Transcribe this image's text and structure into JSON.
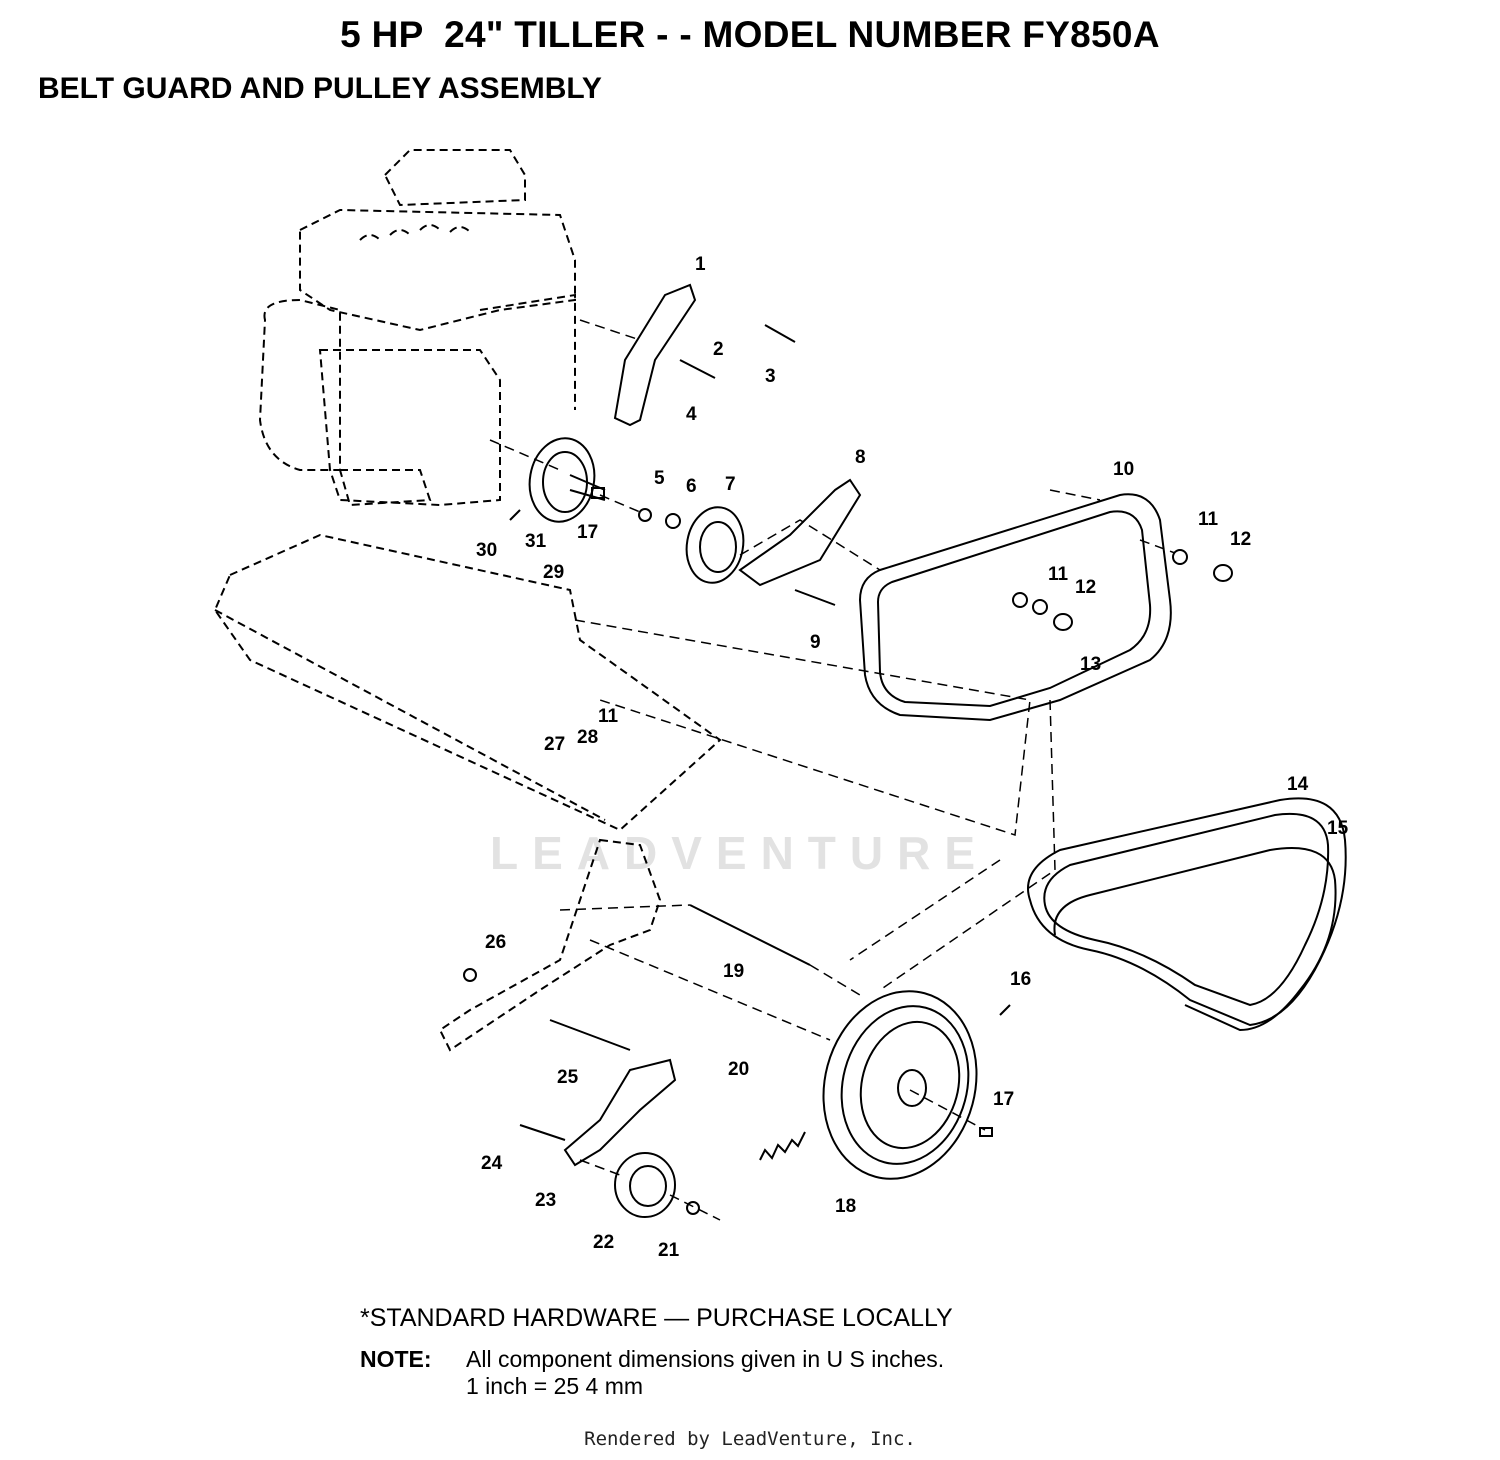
{
  "page": {
    "title": "5 HP  24\" TILLER - - MODEL NUMBER FY850A",
    "subtitle": "BELT GUARD AND PULLEY ASSEMBLY",
    "hardware_note": "*STANDARD HARDWARE — PURCHASE LOCALLY",
    "note_label": "NOTE:",
    "note_lines": [
      "All component dimensions given in U S  inches.",
      "1 inch = 25 4 mm"
    ],
    "watermark": "LEADVENTURE",
    "rendered_by": "Rendered by LeadVenture, Inc."
  },
  "callouts": [
    "1",
    "2",
    "3",
    "4",
    "5",
    "6",
    "7",
    "8",
    "9",
    "10",
    "11",
    "12",
    "11",
    "12",
    "13",
    "14",
    "15",
    "16",
    "17",
    "17",
    "18",
    "19",
    "20",
    "21",
    "22",
    "23",
    "24",
    "25",
    "26",
    "27",
    "28",
    "29",
    "11",
    "30",
    "31"
  ],
  "colors": {
    "ink": "#000000",
    "watermark": "#e2e2e2"
  }
}
